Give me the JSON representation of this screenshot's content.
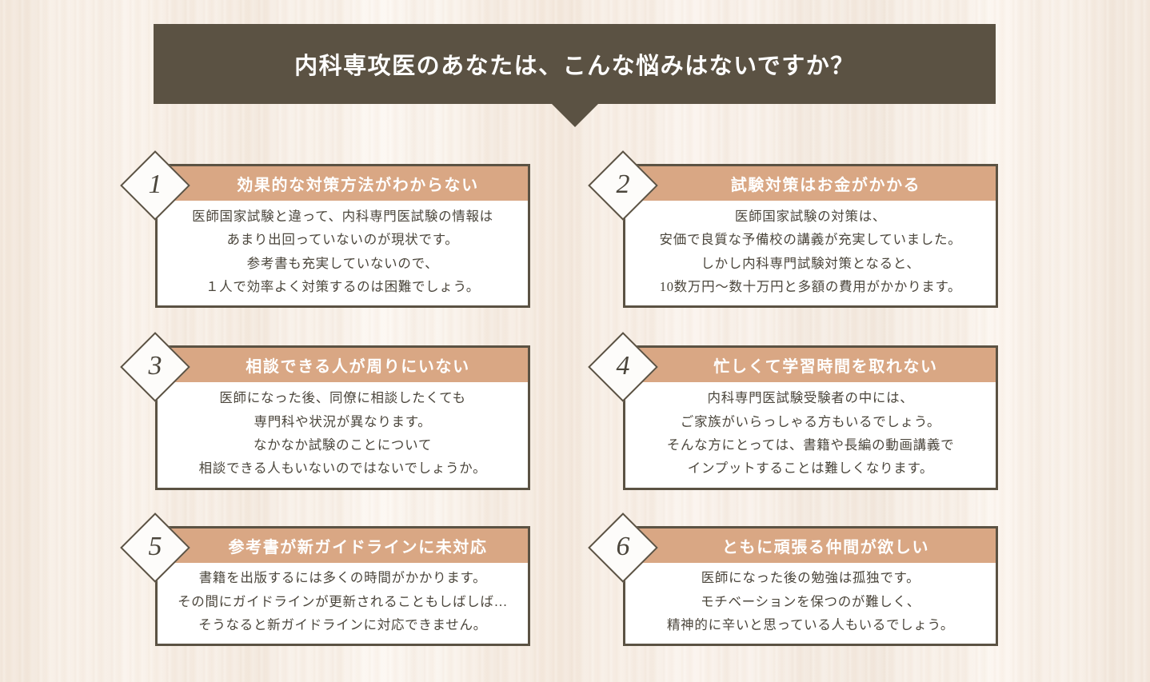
{
  "banner": {
    "title": "内科専攻医のあなたは、こんな悩みはないですか？",
    "background_color": "#5b5243",
    "text_color": "#ffffff",
    "arrow_icon": "down-triangle-icon"
  },
  "theme": {
    "page_background": "#f8f1e9",
    "card_header_color": "#d9a784",
    "card_border_color": "#5b5243",
    "card_background": "#ffffff",
    "body_text_color": "#4b463c"
  },
  "cards": [
    {
      "number": "1",
      "title": "効果的な対策方法がわからない",
      "lines": [
        "医師国家試験と違って、内科専門医試験の情報は",
        "あまり出回っていないのが現状です。",
        "参考書も充実していないので、",
        "１人で効率よく対策するのは困難でしょう。"
      ]
    },
    {
      "number": "2",
      "title": "試験対策はお金がかかる",
      "lines": [
        "医師国家試験の対策は、",
        "安価で良質な予備校の講義が充実していました。",
        "しかし内科専門試験対策となると、",
        "10数万円〜数十万円と多額の費用がかかります。"
      ]
    },
    {
      "number": "3",
      "title": "相談できる人が周りにいない",
      "lines": [
        "医師になった後、同僚に相談したくても",
        "専門科や状況が異なります。",
        "なかなか試験のことについて",
        "相談できる人もいないのではないでしょうか。"
      ]
    },
    {
      "number": "4",
      "title": "忙しくて学習時間を取れない",
      "lines": [
        "内科専門医試験受験者の中には、",
        "ご家族がいらっしゃる方もいるでしょう。",
        "そんな方にとっては、書籍や長編の動画講義で",
        "インプットすることは難しくなります。"
      ]
    },
    {
      "number": "5",
      "title": "参考書が新ガイドラインに未対応",
      "lines": [
        "書籍を出版するには多くの時間がかかります。",
        "その間にガイドラインが更新されることもしばしば…",
        "そうなると新ガイドラインに対応できません。"
      ]
    },
    {
      "number": "6",
      "title": "ともに頑張る仲間が欲しい",
      "lines": [
        "医師になった後の勉強は孤独です。",
        "モチベーションを保つのが難しく、",
        "精神的に辛いと思っている人もいるでしょう。"
      ]
    }
  ]
}
